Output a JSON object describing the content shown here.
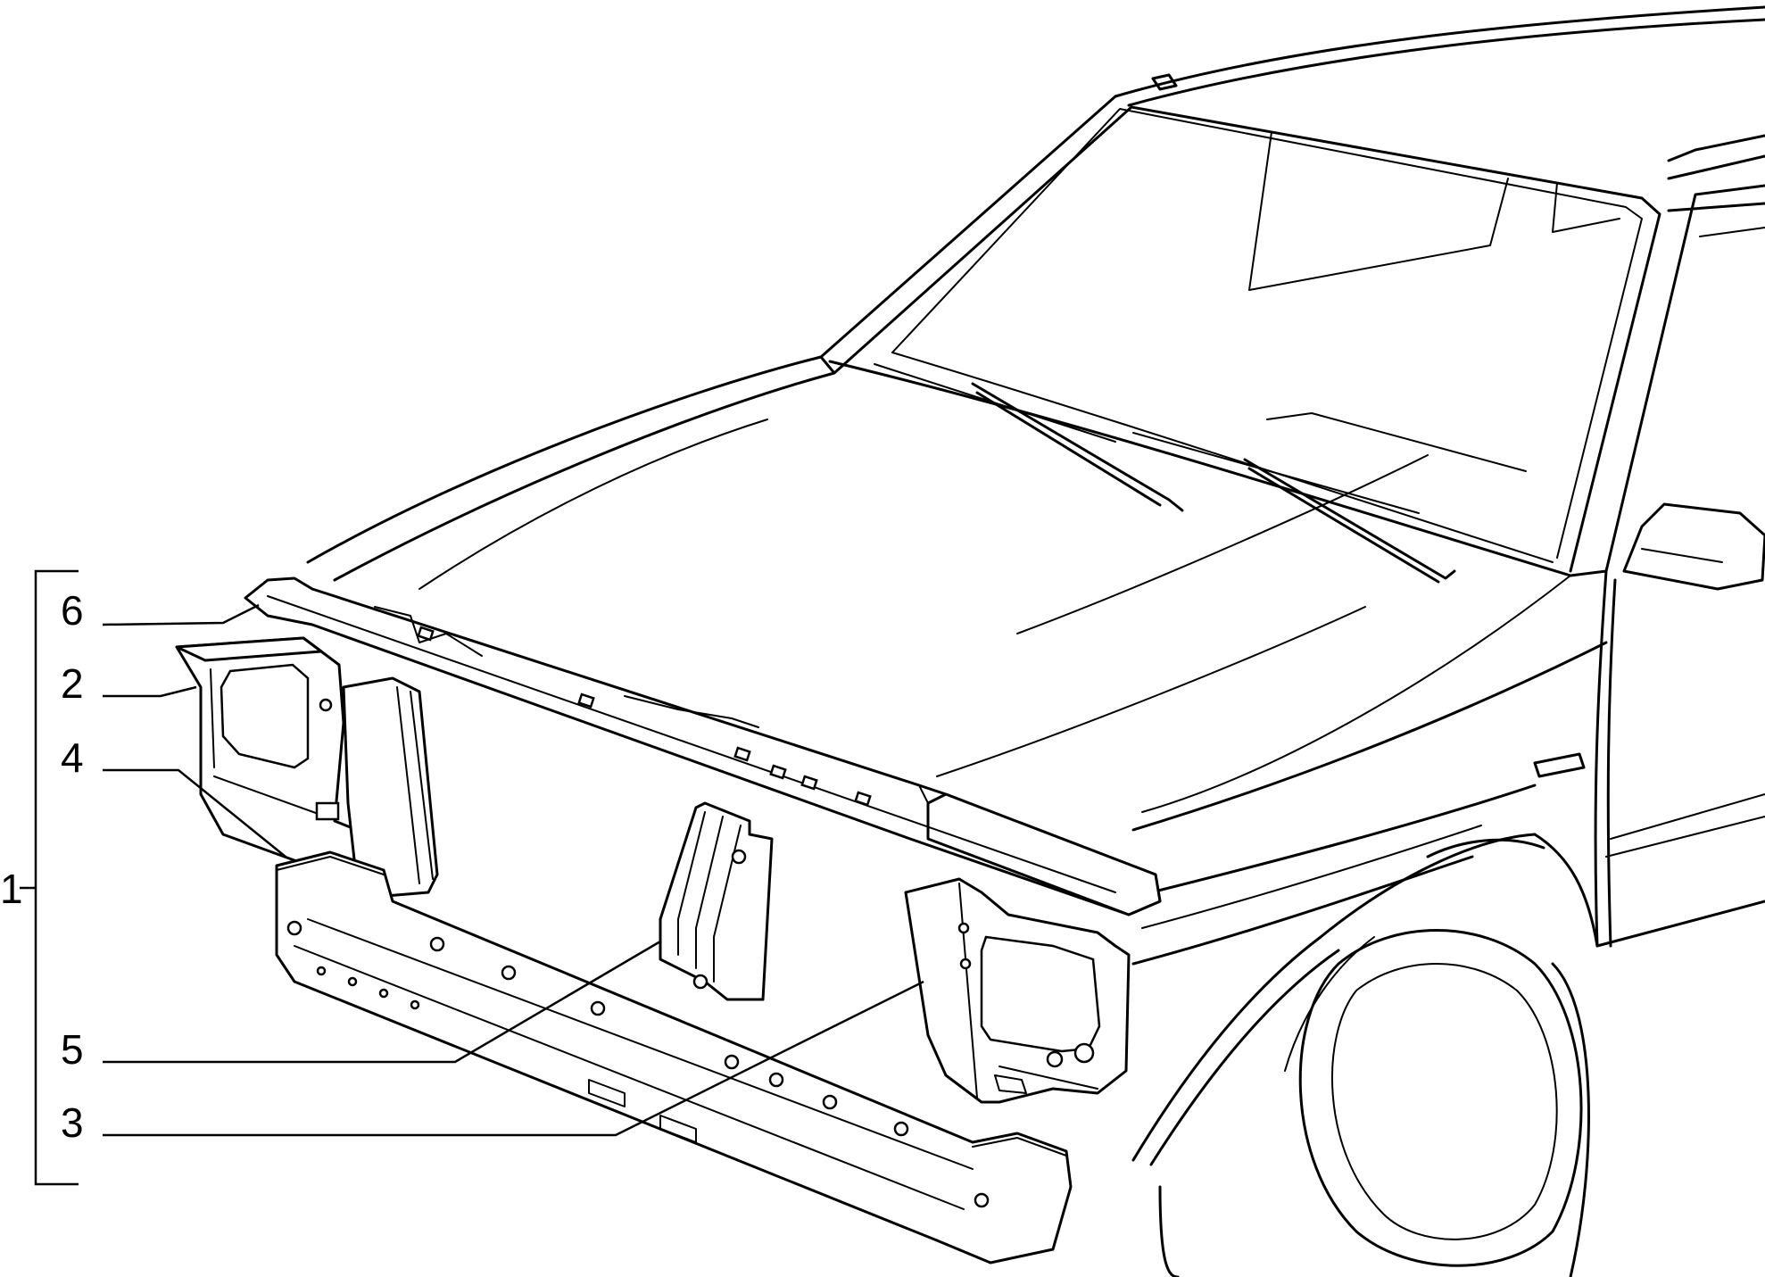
{
  "callouts": {
    "assembly": "1",
    "c6": "6",
    "c2": "2",
    "c4": "4",
    "c5": "5",
    "c3": "3"
  }
}
